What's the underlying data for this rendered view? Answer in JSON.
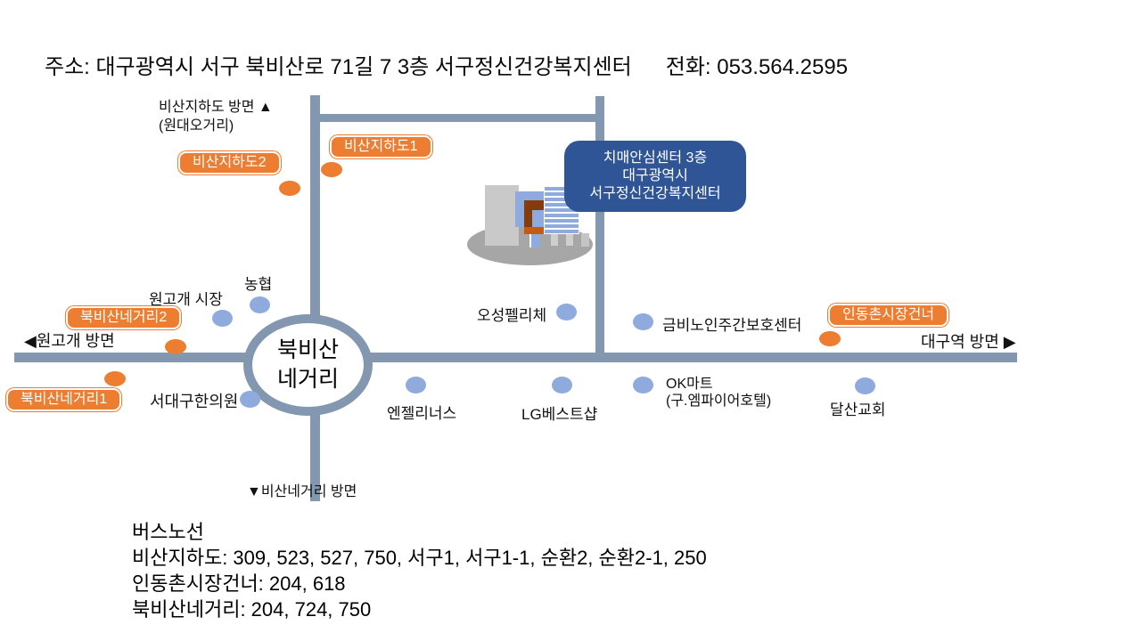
{
  "header": {
    "address": "주소: 대구광역시 서구 북비산로 71길 7 3층 서구정신건강복지센터",
    "phone": "전화: 053.564.2595"
  },
  "colors": {
    "road": "#8497B0",
    "bus_stop_orange": "#ED7D31",
    "landmark_blue": "#8FAADC",
    "center_box_blue": "#2F5597"
  },
  "map": {
    "directions": {
      "north_line1": "비산지하도 방면 ▲",
      "north_line2": "(원대오거리)",
      "west": "◀원고개 방면",
      "east": "대구역 방면 ▶",
      "south": "▼비산네거리 방면"
    },
    "intersection": {
      "line1": "북비산",
      "line2": "네거리"
    },
    "center_box": {
      "line1": "치매안심센터 3층",
      "line2": "대구광역시",
      "line3": "서구정신건강복지센터"
    },
    "bus_stops": [
      {
        "label": "비산지하도1"
      },
      {
        "label": "비산지하도2"
      },
      {
        "label": "북비산네거리2"
      },
      {
        "label": "북비산네거리1"
      },
      {
        "label": "인동촌시장건너"
      }
    ],
    "landmarks": [
      {
        "label": "농협"
      },
      {
        "label": "원고개 시장"
      },
      {
        "label": "서대구한의원"
      },
      {
        "label": "오성펠리체"
      },
      {
        "label": "금비노인주간보호센터"
      },
      {
        "label": "엔젤리너스"
      },
      {
        "label": "LG베스트샵"
      },
      {
        "label": "OK마트",
        "label2": "(구.엠파이어호텔)"
      },
      {
        "label": "달산교회"
      }
    ]
  },
  "bus_routes": {
    "title": "버스노선",
    "lines": [
      "비산지하도: 309, 523, 527, 750, 서구1, 서구1-1, 순환2, 순환2-1, 250",
      "인동촌시장건너: 204, 618",
      "북비산네거리: 204, 724, 750"
    ]
  }
}
